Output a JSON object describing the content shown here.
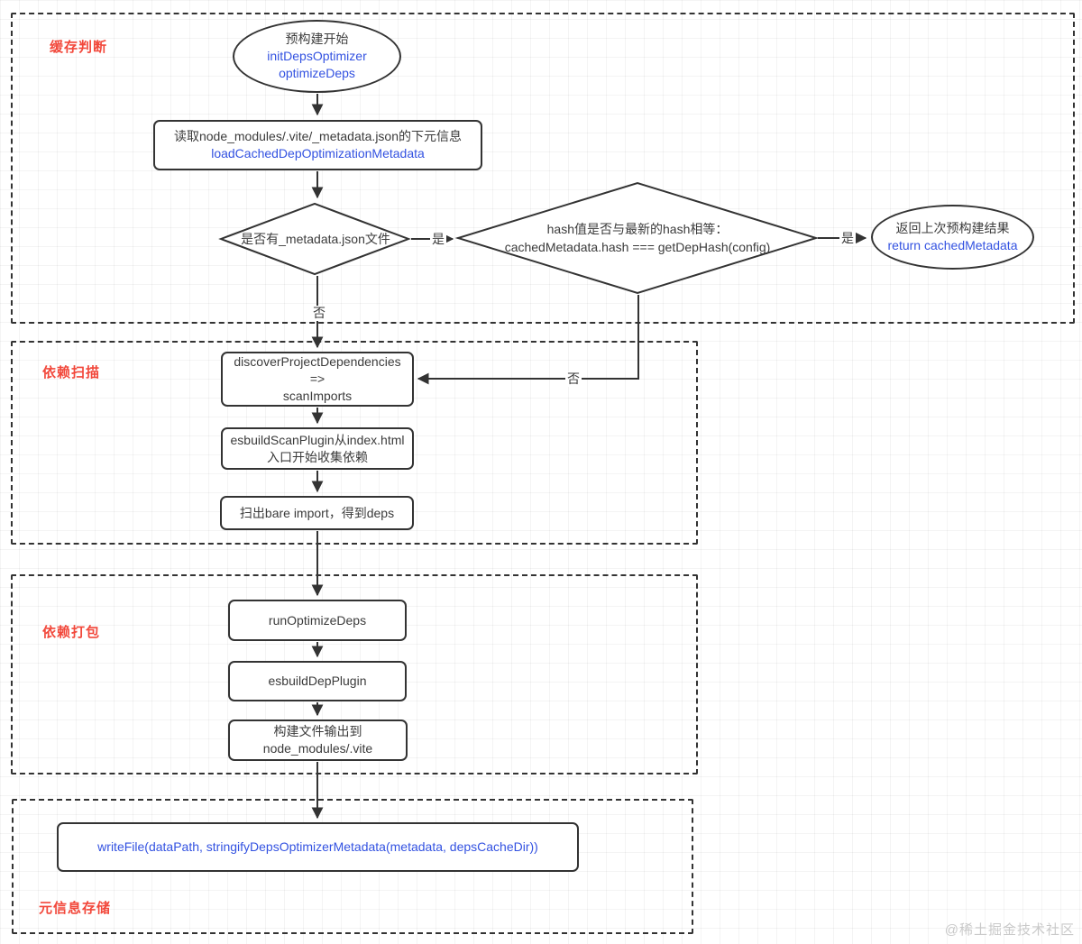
{
  "watermark": "@稀土掘金技术社区",
  "colors": {
    "section_label_red": "#f2483b",
    "code_blue": "#3352e1",
    "stroke_dark": "#333333"
  },
  "sections": {
    "cache": {
      "label": "缓存判断"
    },
    "scan": {
      "label": "依赖扫描"
    },
    "bundle": {
      "label": "依赖打包"
    },
    "store": {
      "label": "元信息存储"
    }
  },
  "nodes": {
    "start": {
      "title": "预构建开始",
      "code1": "initDepsOptimizer",
      "code2": "optimizeDeps"
    },
    "read_metadata": {
      "title": "读取node_modules/.vite/_metadata.json的下元信息",
      "code": "loadCachedDepOptimizationMetadata"
    },
    "has_metadata": {
      "question": "是否有_metadata.json文件"
    },
    "hash_check": {
      "question": "hash值是否与最新的hash相等：",
      "code": "cachedMetadata.hash === getDepHash(config)"
    },
    "return_cached": {
      "title": "返回上次预构建结果",
      "code": "return cachedMetadata"
    },
    "discover": {
      "line1": "discoverProjectDependencies",
      "line2": "=>",
      "line3": "scanImports"
    },
    "esbuild_scan": {
      "line1": "esbuildScanPlugin从index.html",
      "line2": "入口开始收集依赖"
    },
    "bare_import": {
      "title": "扫出bare import，得到deps"
    },
    "run_optimize": {
      "title": "runOptimizeDeps"
    },
    "esbuild_dep_plugin": {
      "title": "esbuildDepPlugin"
    },
    "build_output": {
      "line1": "构建文件输出到",
      "line2": "node_modules/.vite"
    },
    "write_file": {
      "code": "writeFile(dataPath, stringifyDepsOptimizerMetadata(metadata, depsCacheDir))"
    }
  },
  "edge_labels": {
    "yes1": "是",
    "no1": "否",
    "yes2": "是",
    "no2": "否"
  }
}
